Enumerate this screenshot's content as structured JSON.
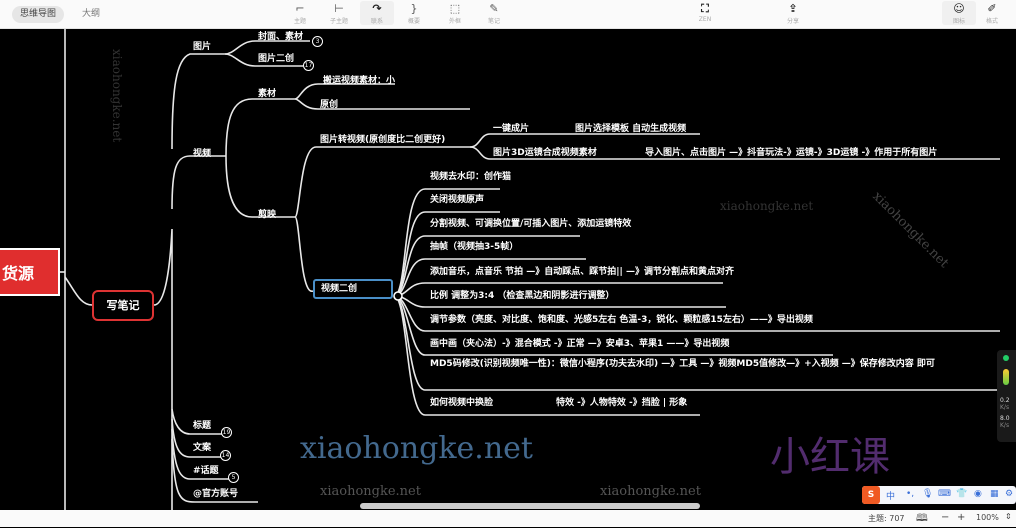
{
  "toolbar": {
    "tabs": [
      {
        "label": "思维导图",
        "active": true
      },
      {
        "label": "大纲",
        "active": false
      }
    ],
    "tools": [
      {
        "label": "主题",
        "icon": "topic-icon"
      },
      {
        "label": "子主题",
        "icon": "subtopic-icon"
      },
      {
        "label": "联系",
        "icon": "relation-icon"
      },
      {
        "label": "概要",
        "icon": "summary-icon"
      },
      {
        "label": "外框",
        "icon": "boundary-icon"
      },
      {
        "label": "笔记",
        "icon": "note-icon"
      }
    ],
    "zen": "ZEN",
    "share": "分享",
    "icons_label": "图标",
    "format_label": "格式"
  },
  "map": {
    "root": "货源",
    "branch": "写笔记",
    "image": {
      "label": "图片",
      "children": [
        {
          "label": "封面、素材",
          "count": "3"
        },
        {
          "label": "图片二创",
          "count": "17"
        }
      ]
    },
    "video": {
      "label": "视频",
      "material": {
        "label": "素材",
        "children": [
          "搬运视频素材：小",
          "原创"
        ]
      },
      "jianying": {
        "label": "剪映",
        "img2video": {
          "label": "图片转视频(原创度比二创更好)",
          "children": [
            {
              "label": "一键成片",
              "detail": "图片选择模板 自动生成视频"
            },
            {
              "label": "图片3D运镜合成视频素材",
              "detail": "导入图片、点击图片 —》抖音玩法-》运镜-》3D运镜 -》作用于所有图片"
            }
          ]
        },
        "recreate": {
          "label": "视频二创",
          "children": [
            "视频去水印：创作猫",
            "关闭视频原声",
            "分割视频、可调换位置/可插入图片、添加运镜特效",
            "抽帧（视频抽3-5帧）",
            "添加音乐，点音乐 节拍 —》自动踩点、踩节拍|| —》调节分割点和黄点对齐",
            "比例 调整为3:4 （检查黑边和阴影进行调整）",
            "调节参数（亮度、对比度、饱和度、光感5左右 色温-3，锐化、颗粒感15左右）——》导出视频",
            "画中画（夹心法）-》混合模式 -》正常 —》安卓3、苹果1 ——》导出视频",
            "MD5码修改(识别视频唯一性)：微信小程序(功夫去水印) —》工具 —》视频MD5值修改—》+入视频 —》保存修改内容 即可"
          ],
          "faceswap": {
            "label": "如何视频中换脸",
            "detail": "特效 -》人物特效 -》挡脸 | 形象"
          }
        }
      }
    },
    "others": [
      {
        "label": "标题",
        "count": "19"
      },
      {
        "label": "文案",
        "count": "14"
      },
      {
        "label": "#话题",
        "count": "5"
      },
      {
        "label": "@官方账号"
      }
    ]
  },
  "watermarks": {
    "site": "xiaohongke.net",
    "brand": "小红课"
  },
  "status": {
    "topics": "主题: 707",
    "zoom": "100%",
    "zoom_out": "−",
    "zoom_in": "+"
  },
  "ime": {
    "mode": "中"
  },
  "widget": {
    "v1": "0.2",
    "u1": "K/s",
    "v2": "8.0",
    "u2": "K/s"
  },
  "colors": {
    "root": "#e02e2e",
    "branch_border": "#dd3333",
    "selected_border": "#4a8fc8",
    "canvas": "#000000"
  }
}
